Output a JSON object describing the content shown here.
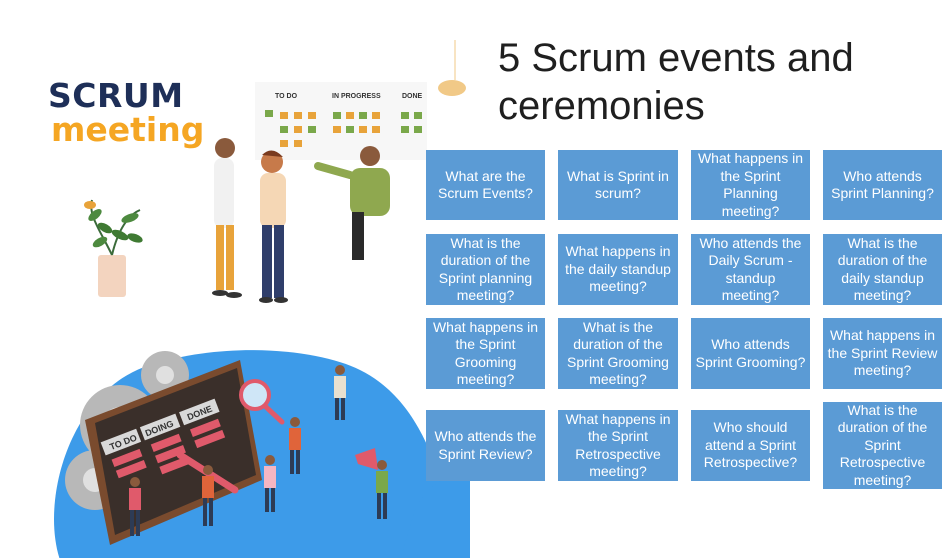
{
  "slide": {
    "title": "5 Scrum events and ceremonies",
    "logo": {
      "line1": "SCRUM",
      "line2": "meeting"
    },
    "board_columns": [
      "TO DO",
      "IN PROGRESS",
      "DONE"
    ],
    "kanban_columns": [
      "TO DO",
      "DOING",
      "DONE"
    ],
    "colors": {
      "tile": "#5b9bd5",
      "logo_dark": "#1e2f58",
      "logo_accent": "#f5a623",
      "splash": "#3d9be9"
    }
  },
  "tiles": [
    {
      "text": "What are the Scrum Events?"
    },
    {
      "text": "What is Sprint in scrum?"
    },
    {
      "text": "What happens in the Sprint Planning meeting?"
    },
    {
      "text": "Who attends Sprint Planning?"
    },
    {
      "text": "What is the duration of the Sprint planning meeting?"
    },
    {
      "text": "What happens in the daily standup meeting?"
    },
    {
      "text": "Who attends the Daily Scrum - standup meeting?"
    },
    {
      "text": "What is the duration of the daily standup meeting?"
    },
    {
      "text": "What happens in the Sprint Grooming meeting?"
    },
    {
      "text": "What is the duration of the Sprint Grooming meeting?"
    },
    {
      "text": "Who attends Sprint Grooming?"
    },
    {
      "text": "What happens in the Sprint Review meeting?"
    },
    {
      "text": "Who attends the Sprint Review?"
    },
    {
      "text": "What happens in the Sprint Retrospective meeting?"
    },
    {
      "text": "Who should attend a Sprint Retrospective?"
    },
    {
      "text": "What is the duration of the Sprint Retrospective meeting?"
    }
  ]
}
